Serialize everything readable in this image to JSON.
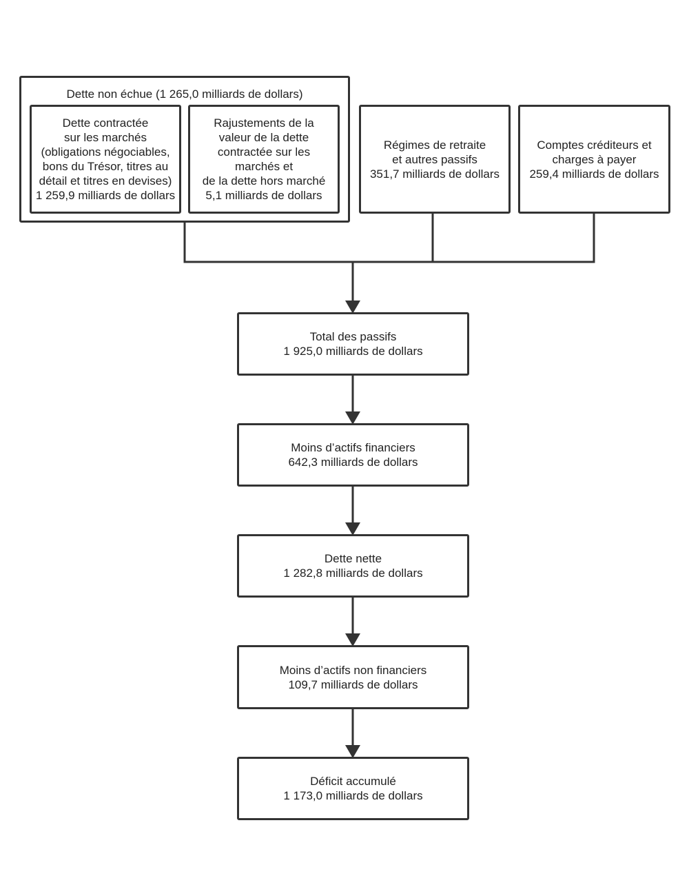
{
  "nodes": {
    "dette_non_echue": {
      "title": "Dette non échue (1 265,0 milliards de dollars)"
    },
    "dette_marches": {
      "lines": [
        "Dette contractée",
        "sur les marchés",
        "(obligations négociables,",
        "bons du Trésor, titres au",
        "détail et titres en devises)",
        "1 259,9 milliards de dollars"
      ]
    },
    "rajustements": {
      "lines": [
        "Rajustements de la",
        "valeur de la dette",
        "contractée sur les",
        "marchés et",
        "de la dette hors marché",
        "5,1 milliards de dollars"
      ]
    },
    "regimes_retraite": {
      "lines": [
        "Régimes de retraite",
        "et autres passifs",
        "351,7 milliards de dollars"
      ]
    },
    "comptes_crediteurs": {
      "lines": [
        "Comptes créditeurs et",
        "charges à payer",
        "259,4 milliards de dollars"
      ]
    },
    "total_passifs": {
      "lines": [
        "Total des passifs",
        "1 925,0 milliards de dollars"
      ]
    },
    "actifs_financiers": {
      "lines": [
        "Moins d’actifs financiers",
        "642,3 milliards de dollars"
      ]
    },
    "dette_nette": {
      "lines": [
        "Dette nette",
        "1 282,8 milliards de dollars"
      ]
    },
    "actifs_non_financiers": {
      "lines": [
        "Moins d’actifs non financiers",
        "109,7 milliards de dollars"
      ]
    },
    "deficit_accumule": {
      "lines": [
        "Déficit accumulé",
        "1 173,0 milliards de dollars"
      ]
    }
  },
  "style": {
    "border_color": "#333333",
    "text_color": "#222222",
    "background": "#ffffff"
  }
}
